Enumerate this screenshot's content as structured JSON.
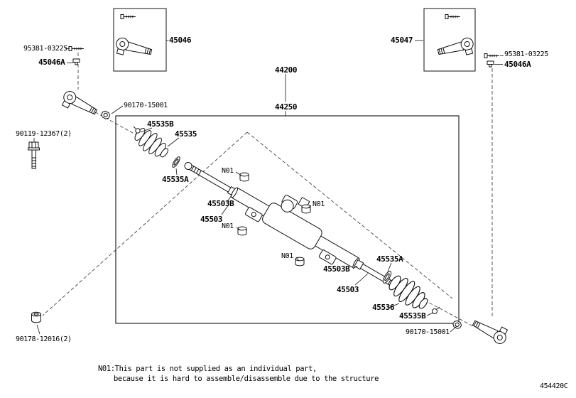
{
  "diagram": {
    "code": "454420C",
    "footnote": {
      "line1": "N01:This part is not supplied as an individual part,",
      "line2": "because it is hard to assemble/disassemble due to the structure"
    },
    "parts": {
      "screw_left": "95381-03225",
      "screw_right": "95381-03225",
      "grease_fitting_left": "45046A",
      "grease_fitting_right": "45046A",
      "tie_rod_end_outer_left": "45046",
      "tie_rod_end_outer_right": "45047",
      "steering_gear_assy": "44200",
      "rack_and_pinion_assy": "44250",
      "nut_left": "90170-15001",
      "nut_right": "90170-15001",
      "bolt_front": "90119-12367(2)",
      "nut_lower": "90178-12016(2)",
      "clamp_left": "45535B",
      "clamp_right": "45535B",
      "boot_left": "45535",
      "boot_right": "45536",
      "grommet_left": "45535A",
      "grommet_right": "45535A",
      "rack_end_lock_left": "45503B",
      "rack_end_lock_right": "45503B",
      "rack_end_left": "45503",
      "rack_end_right": "45503",
      "n01": "N01"
    }
  }
}
